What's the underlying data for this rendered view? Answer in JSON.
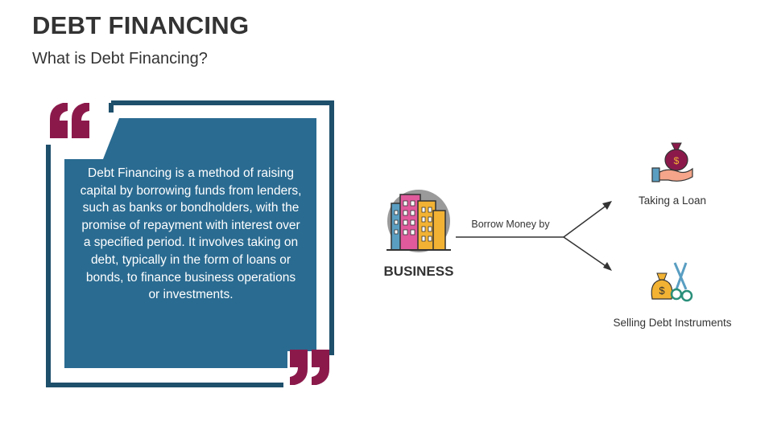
{
  "slide": {
    "title": "DEBT FINANCING",
    "subtitle": "What is Debt Financing?"
  },
  "quote": {
    "text": "Debt Financing is a method of raising capital by borrowing funds from lenders, such as banks or bondholders, with the promise of repayment with interest over a specified period. It involves taking on debt, typically in the form of loans or bonds, to finance business operations or investments."
  },
  "diagram": {
    "source_label": "BUSINESS",
    "edge_label": "Borrow Money by",
    "targets": [
      {
        "label": "Taking a Loan",
        "icon": "money-bag-hand-icon"
      },
      {
        "label": "Selling Debt Instruments",
        "icon": "money-bag-scissors-icon"
      }
    ],
    "source_icon": "office-building-icon"
  },
  "colors": {
    "frame_dark": "#1e4f6b",
    "panel_blue": "#2a6b91",
    "quote_mark": "#8b1a4b",
    "text_dark": "#333333"
  }
}
